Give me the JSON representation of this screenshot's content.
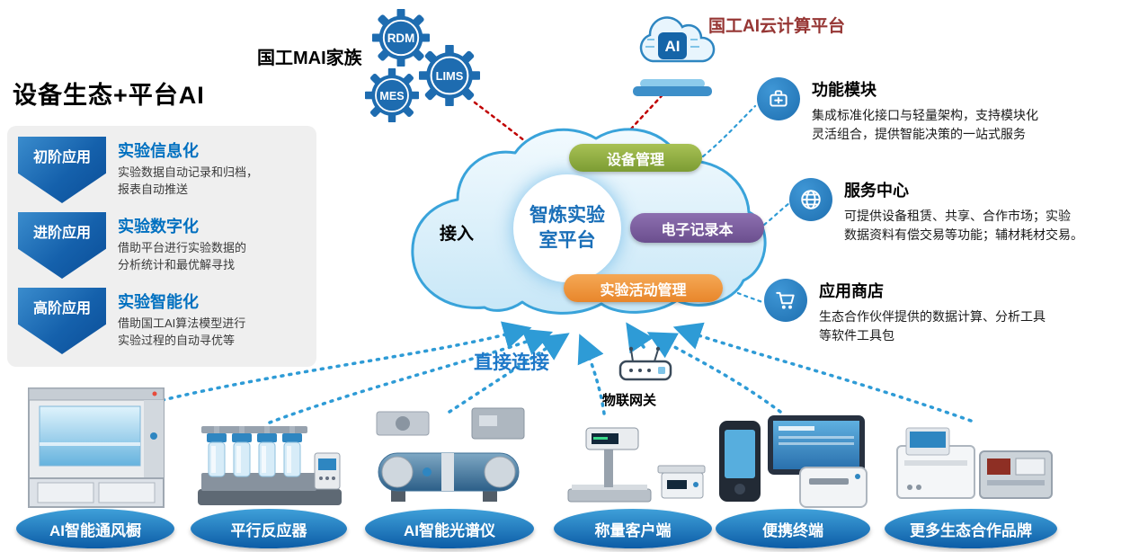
{
  "title": "设备生态+平台AI",
  "mai_family": {
    "label": "国工MAI家族",
    "gears": [
      "RDM",
      "MES",
      "LIMS"
    ]
  },
  "ai_cloud": {
    "label": "国工AI云计算平台",
    "chip": "AI",
    "label_color": "#963634"
  },
  "levels": [
    {
      "stage": "初阶应用",
      "title": "实验信息化",
      "desc": "实验数据自动记录和归档，\n报表自动推送"
    },
    {
      "stage": "进阶应用",
      "title": "实验数字化",
      "desc": "借助平台进行实验数据的\n分析统计和最优解寻找"
    },
    {
      "stage": "高阶应用",
      "title": "实验智能化",
      "desc": "借助国工AI算法模型进行\n实验过程的自动寻优等"
    }
  ],
  "cloud": {
    "access_label": "接入",
    "center_label": "智炼实验\n室平台",
    "pills": [
      {
        "label": "设备管理",
        "color": "#8fae3d"
      },
      {
        "label": "电子记录本",
        "color": "#7d60a0"
      },
      {
        "label": "实验活动管理",
        "color": "#f0993e"
      }
    ]
  },
  "features": [
    {
      "icon": "module-icon",
      "title": "功能模块",
      "desc": "集成标准化接口与轻量架构，支持模块化\n灵活组合，提供智能决策的一站式服务"
    },
    {
      "icon": "globe-icon",
      "title": "服务中心",
      "desc": "可提供设备租赁、共享、合作市场；实验\n数据资料有偿交易等功能；辅材耗材交易。"
    },
    {
      "icon": "cart-icon",
      "title": "应用商店",
      "desc": "生态合作伙伴提供的数据计算、分析工具\n等软件工具包"
    }
  ],
  "connection": {
    "direct_label": "直接连接",
    "gateway_label": "物联网关"
  },
  "devices": [
    {
      "label": "AI智能通风橱"
    },
    {
      "label": "平行反应器"
    },
    {
      "label": "AI智能光谱仪"
    },
    {
      "label": "称量客户端"
    },
    {
      "label": "便携终端"
    },
    {
      "label": "更多生态合作品牌"
    }
  ],
  "colors": {
    "device_line": "#2e9bd6",
    "red_line": "#c00000",
    "gear_blue": "#1e6cb0",
    "pill_green": "#8fae3d",
    "pill_purple": "#7d60a0",
    "pill_orange": "#f0993e",
    "ellipse_top": "#3fa0d9",
    "ellipse_bottom": "#0c5ca6"
  }
}
